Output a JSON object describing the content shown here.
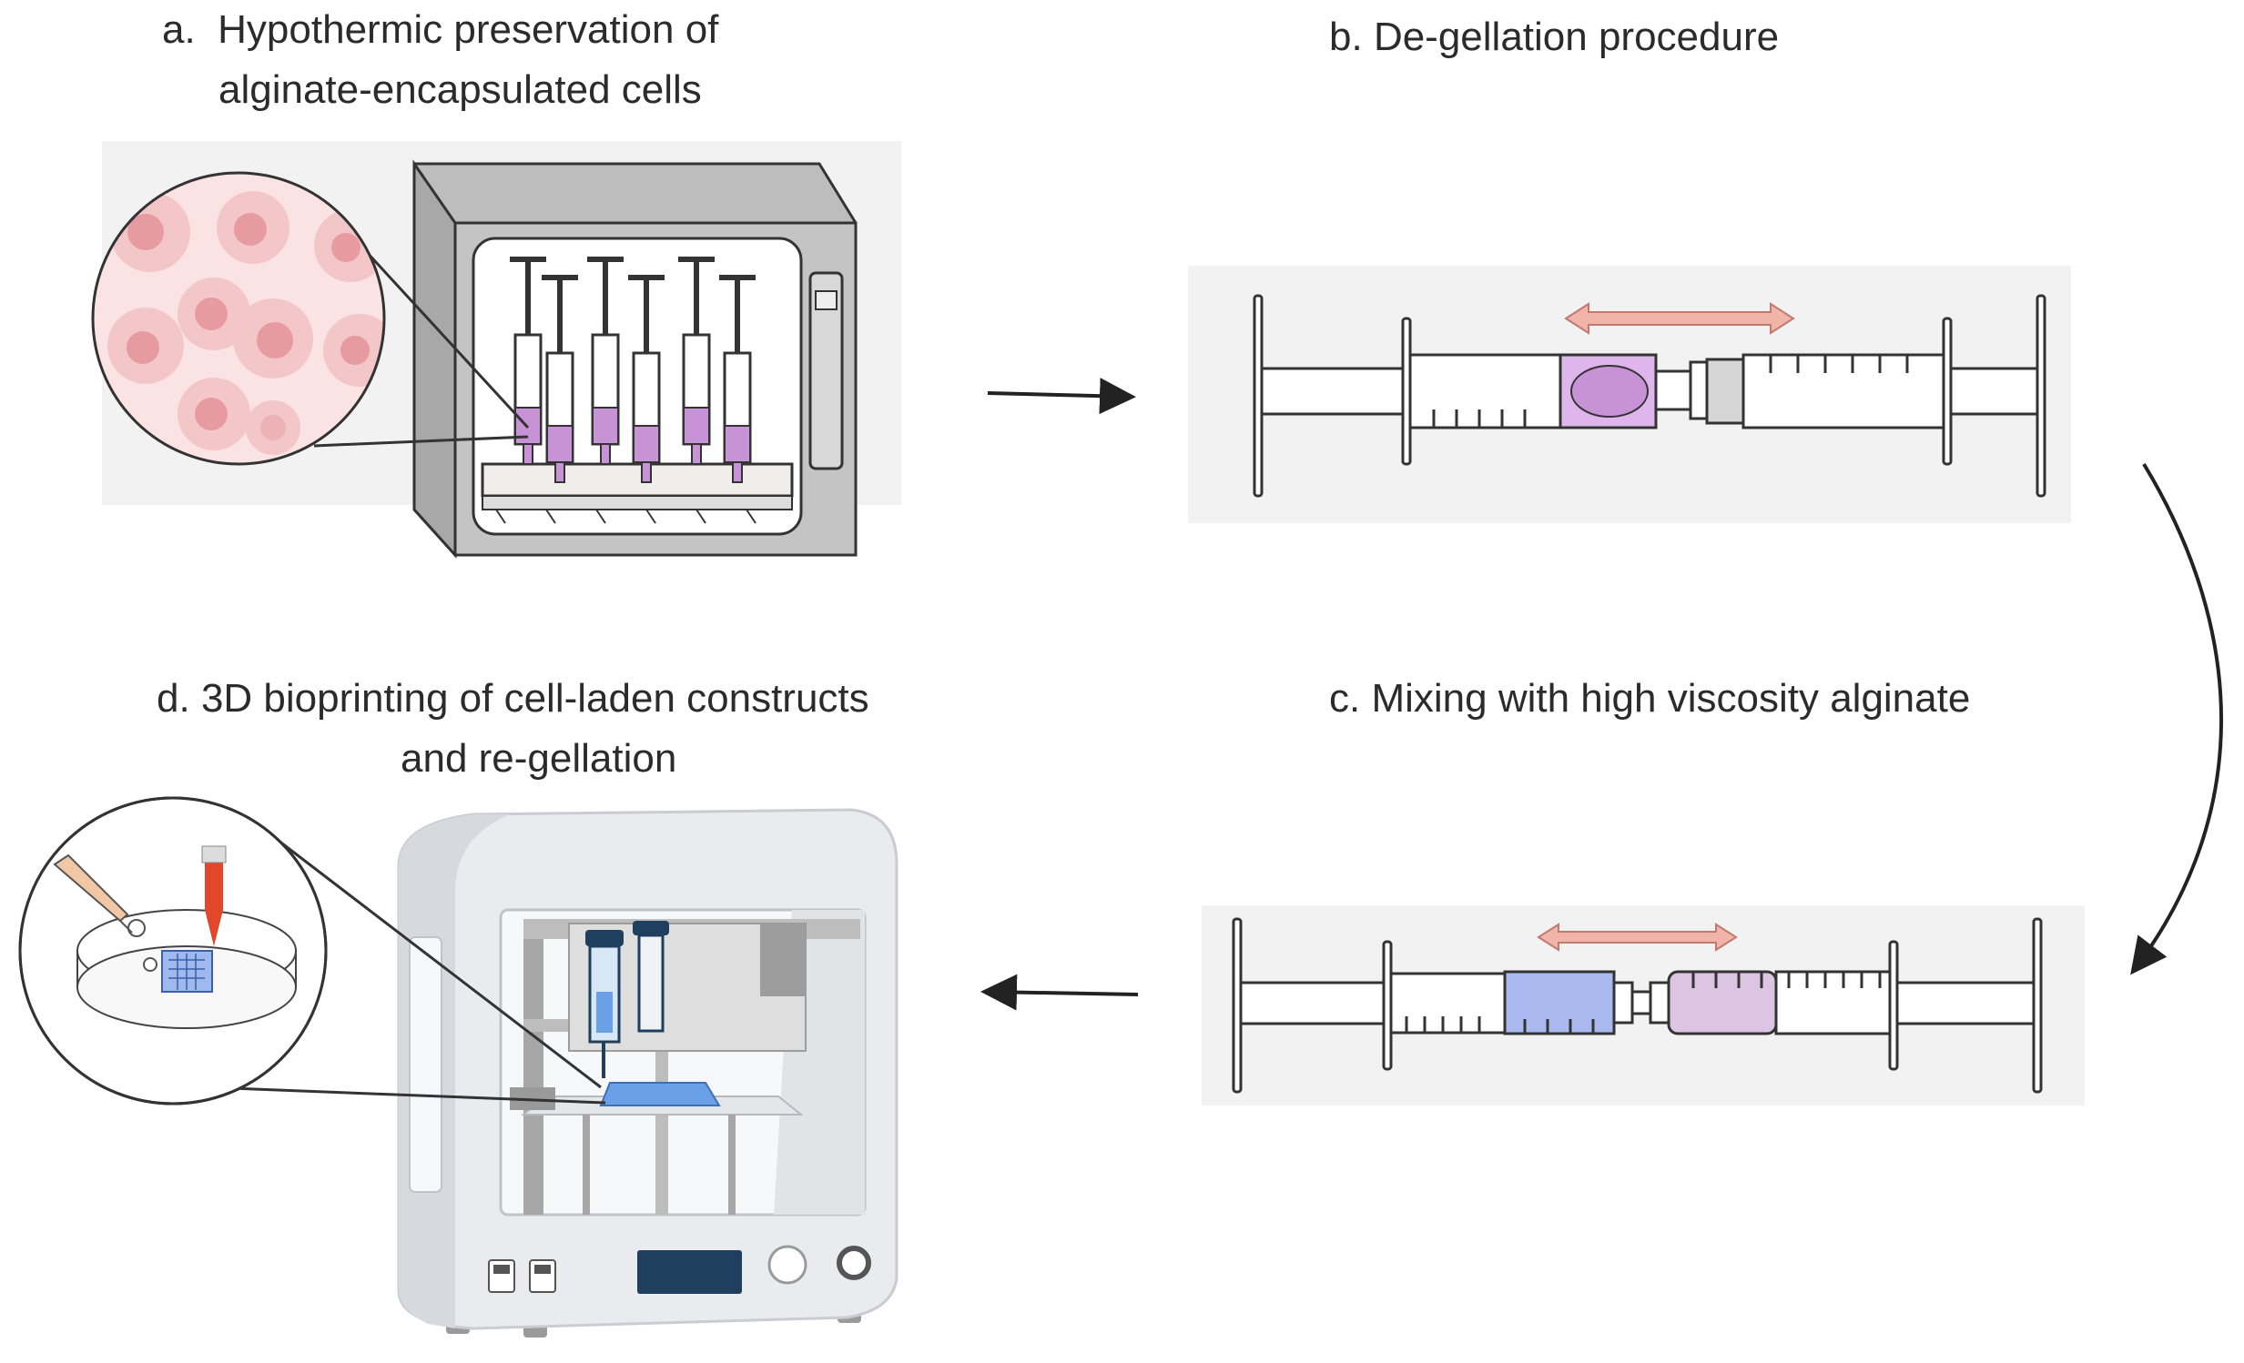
{
  "steps": {
    "a": {
      "letter": "a.",
      "title_line1": "Hypothermic preservation of",
      "title_line2": "alginate-encapsulated cells"
    },
    "b": {
      "letter": "b.",
      "title_line1": "De-gellation procedure"
    },
    "c": {
      "letter": "c.",
      "title_line1": "Mixing with high viscosity alginate"
    },
    "d": {
      "letter": "d.",
      "title_line1": "3D bioprinting of cell-laden constructs",
      "title_line2": "and re-gellation"
    }
  },
  "colors": {
    "panel_bg": "#f2f2f2",
    "outline": "#333333",
    "incubator_gray": "#b9b9b9",
    "cell_pink": "#f3c6c8",
    "cell_nucleus": "#e79aa0",
    "purple_gel": "#c792d6",
    "blue_gel": "#a9b8ee",
    "lilac_gel": "#dcc4e3",
    "salmon_arrow": "#f0b4a8",
    "printer_light": "#eceef0",
    "printer_blue": "#1f3f5f",
    "print_bed_blue": "#6aa0e6",
    "nozzle_red": "#e2462b"
  },
  "icons": [
    "zoom-circle-cells",
    "incubator-icon",
    "syringe-icon",
    "double-arrow-icon",
    "bioprinter-icon",
    "petri-dish-icon",
    "pipette-icon",
    "flow-arrow-icon"
  ]
}
